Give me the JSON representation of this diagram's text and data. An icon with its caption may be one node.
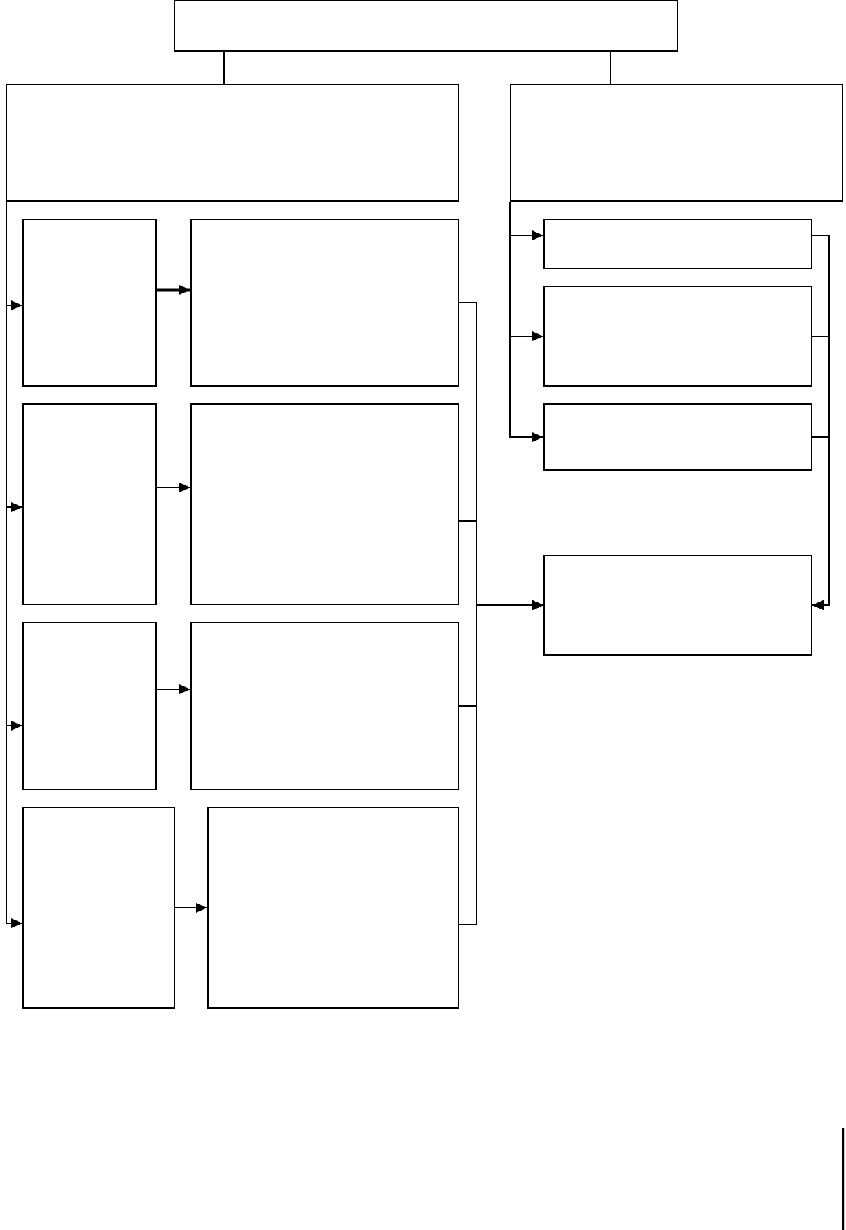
{
  "diagram": {
    "nodes": [
      {
        "text": [],
        "shape": "box"
      },
      {
        "text": [],
        "shape": "box"
      },
      {
        "text": [],
        "shape": "box"
      },
      {
        "text": [],
        "shape": "box"
      },
      {
        "text": [],
        "shape": "box"
      },
      {
        "text": [],
        "shape": "box"
      },
      {
        "text": [],
        "shape": "box"
      },
      {
        "text": [],
        "shape": "box"
      },
      {
        "text": [],
        "shape": "box"
      },
      {
        "text": [],
        "shape": "box"
      },
      {
        "text": [],
        "shape": "box"
      },
      {
        "text": [],
        "shape": "box"
      },
      {
        "text": [],
        "shape": "box"
      },
      {
        "text": [],
        "shape": "box"
      },
      {
        "text": [],
        "shape": "box"
      }
    ],
    "edges": [
      {
        "from": 0,
        "to": 1,
        "arrow": "none"
      },
      {
        "from": 0,
        "to": 2,
        "arrow": "none"
      },
      {
        "from": 1,
        "to": 3,
        "arrow": "to"
      },
      {
        "from": 1,
        "to": 5,
        "arrow": "to"
      },
      {
        "from": 1,
        "to": 7,
        "arrow": "to"
      },
      {
        "from": 1,
        "to": 9,
        "arrow": "to"
      },
      {
        "from": 3,
        "to": 4,
        "arrow": "to",
        "style": "thick"
      },
      {
        "from": 5,
        "to": 6,
        "arrow": "to"
      },
      {
        "from": 7,
        "to": 8,
        "arrow": "to"
      },
      {
        "from": 9,
        "to": 10,
        "arrow": "to"
      },
      {
        "from": 4,
        "to": 14,
        "arrow": "to"
      },
      {
        "from": 6,
        "to": 14,
        "arrow": "to"
      },
      {
        "from": 8,
        "to": 14,
        "arrow": "to"
      },
      {
        "from": 10,
        "to": 14,
        "arrow": "to"
      },
      {
        "from": 2,
        "to": 11,
        "arrow": "to"
      },
      {
        "from": 2,
        "to": 12,
        "arrow": "to"
      },
      {
        "from": 2,
        "to": 13,
        "arrow": "to"
      },
      {
        "from": 11,
        "to": 14,
        "arrow": "to"
      },
      {
        "from": 12,
        "to": 14,
        "arrow": "to"
      },
      {
        "from": 13,
        "to": 14,
        "arrow": "to"
      }
    ]
  }
}
